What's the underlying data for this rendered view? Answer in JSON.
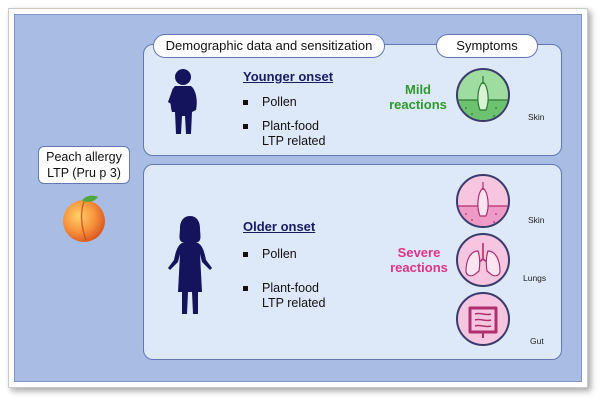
{
  "header": {
    "demographic_label": "Demographic data and sensitization",
    "symptoms_label": "Symptoms"
  },
  "allergen": {
    "line1": "Peach allergy",
    "line2": "LTP (Pru p 3)"
  },
  "younger": {
    "title": "Younger onset",
    "bullets": [
      "Pollen",
      "Plant-food",
      "LTP related"
    ],
    "reaction_line1": "Mild",
    "reaction_line2": "reactions",
    "reaction_color": "#2e9a2e",
    "organs": [
      "Skin"
    ]
  },
  "older": {
    "title": "Older onset",
    "bullets": [
      "Pollen",
      "Plant-food",
      "LTP related"
    ],
    "reaction_line1": "Severe",
    "reaction_line2": "reactions",
    "reaction_color": "#e0338a",
    "organs": [
      "Skin",
      "Lungs",
      "Gut"
    ]
  },
  "colors": {
    "background": "#a9bce4",
    "panel": "#dde9f8",
    "silhouette": "#14145c",
    "mild_fill": "#9fdca0",
    "severe_fill": "#f6c6e0"
  }
}
